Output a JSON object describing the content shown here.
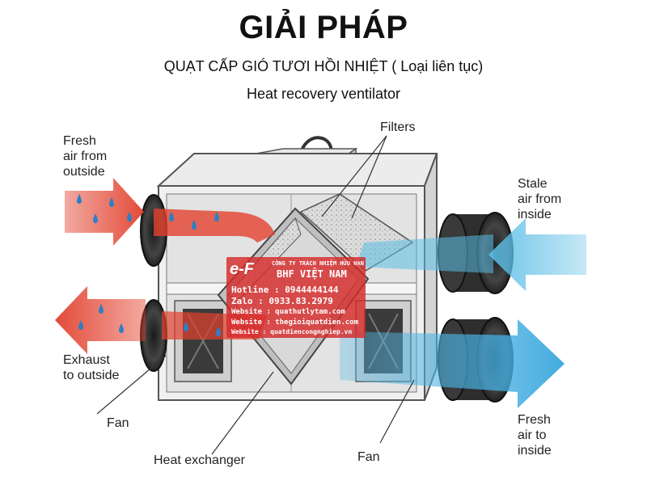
{
  "header": {
    "title": "GIẢI PHÁP",
    "subtitle_vi": "QUẠT CẤP GIÓ TƯƠI HỒI NHIỆT ( Loại liên tục)",
    "subtitle_en": "Heat recovery ventilator"
  },
  "labels": {
    "fresh_in": "Fresh\nair from\noutside",
    "filters": "Filters",
    "stale_in": "Stale\nair from\ninside",
    "exhaust": "Exhaust\nto outside",
    "fan_left": "Fan",
    "heat_exchanger": "Heat exchanger",
    "fan_right": "Fan",
    "fresh_out": "Fresh\nair to\ninside"
  },
  "watermark": {
    "logo": "e-F",
    "company": "CÔNG TY TRÁCH NHIỆM HỮU HẠN",
    "brand": "BHF VIỆT NAM",
    "hotline": "Hotline : 0944444144",
    "zalo": "Zalo : 0933.83.2979",
    "website1": "Website : quathutlytam.com",
    "website2": "Website : thegioiquatdien.com",
    "website3": "Website : quatdiencongnghiep.vn"
  },
  "colors": {
    "warm_arrow": "#e2412e",
    "cool_arrow": "#5bbde6",
    "droplet": "#2d7fc4",
    "watermark_red": "#d62b2b"
  }
}
